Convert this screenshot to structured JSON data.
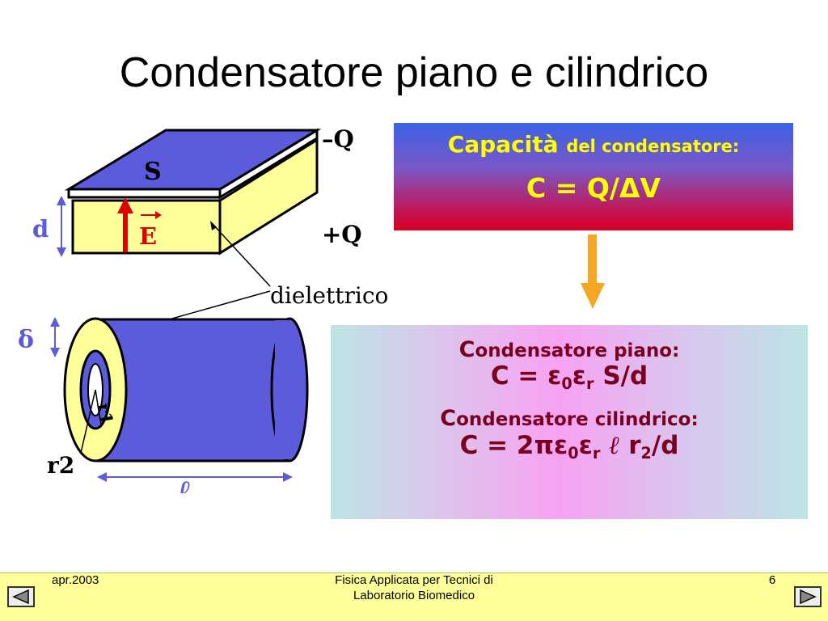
{
  "slide": {
    "title": "Condensatore piano e cilindrico"
  },
  "diagram": {
    "label_minus_q": "–Q",
    "label_plus_q": "+Q",
    "label_s": "S",
    "label_d": "d",
    "label_e": "E",
    "label_dielettrico": "dielettrico",
    "label_delta": "δ",
    "label_r1": "r1",
    "label_r2": "r2",
    "label_l": "ℓ"
  },
  "capacity_box": {
    "heading_main": "Capacità",
    "heading_rest": "del condensatore:",
    "formula": "C = Q/ΔV"
  },
  "formulas_box": {
    "piano_label_initial": "C",
    "piano_label_rest": "ondensatore piano:",
    "piano_formula_prefix": "C = ε",
    "piano_sub0": "0",
    "piano_eps": "ε",
    "piano_subr": "r",
    "piano_formula_suffix": " S/d",
    "cil_label_initial": "C",
    "cil_label_rest": "ondensatore cilindrico:",
    "cil_formula_prefix": "C = 2πε",
    "cil_sub0": "0",
    "cil_eps": "ε",
    "cil_subr": "r",
    "cil_ell": " ℓ ",
    "cil_r": "r",
    "cil_sub2": "2",
    "cil_formula_suffix": "/d"
  },
  "footer": {
    "date": "apr.2003",
    "course_line1": "Fisica Applicata per Tecnici di",
    "course_line2": "Laboratorio Biomedico",
    "page_number": "6"
  },
  "colors": {
    "formula_text": "#7a0020",
    "capacity_text": "#ffff00",
    "plate_fill": "#5b5bdb",
    "dielectric_fill": "#ffff99",
    "arrow": "#f5a623",
    "footer_bg": "#ffff99"
  }
}
